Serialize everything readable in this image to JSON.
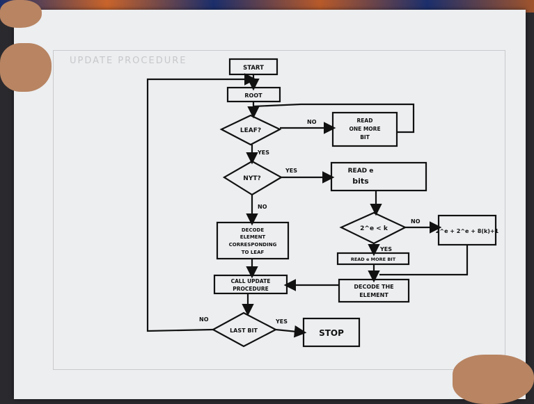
{
  "flowchart": {
    "start": "START",
    "root": "ROOT",
    "leaf_q": "LEAF?",
    "read_one": [
      "READ",
      "ONE MORE",
      "BIT"
    ],
    "nyt_q": "NYT?",
    "read_e": [
      "READ e",
      "bits"
    ],
    "decode_leaf": [
      "DECODE",
      "ELEMENT",
      "CORRESPONDING",
      "TO LEAF"
    ],
    "compare": "2^e < k",
    "formula": "2^e + 2^e + 8(k)+1",
    "read_more": "READ e MORE BIT",
    "call_update": [
      "CALL UPDATE",
      "PROCEDURE"
    ],
    "decode_elem": [
      "DECODE THE",
      "ELEMENT"
    ],
    "last_bit_q": "LAST BIT",
    "stop": "STOP",
    "labels": {
      "no_leaf": "NO",
      "yes_leaf": "YES",
      "yes_nyt": "YES",
      "no_nyt": "NO",
      "no_compare": "NO",
      "yes_compare": "YES",
      "no_last": "NO",
      "yes_last": "YES"
    }
  },
  "faint_title": "UPDATE PROCEDURE"
}
